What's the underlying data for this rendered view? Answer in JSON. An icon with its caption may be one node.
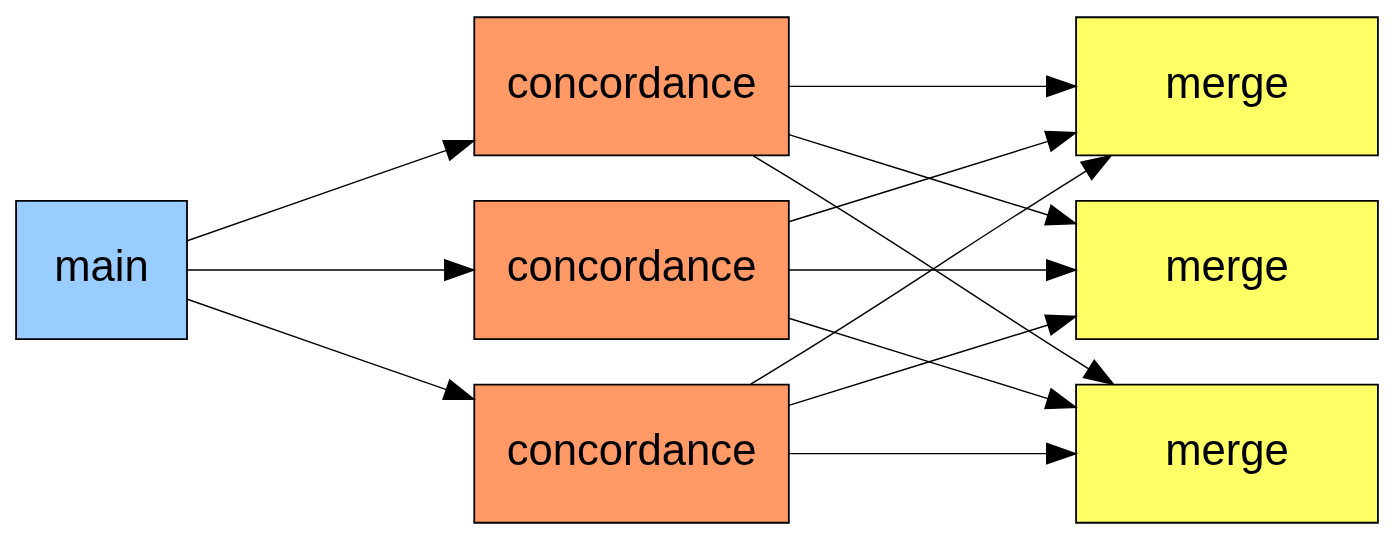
{
  "diagram": {
    "nodes": [
      {
        "text": [
          "main"
        ]
      },
      {
        "text": [
          "concordance"
        ]
      },
      {
        "text": [
          "concordance"
        ]
      },
      {
        "text": [
          "concordance"
        ]
      },
      {
        "text": [
          "merge"
        ]
      },
      {
        "text": [
          "merge"
        ]
      },
      {
        "text": [
          "merge"
        ]
      }
    ],
    "edges": [
      {
        "from": 0,
        "to": 1,
        "arrow": "to"
      },
      {
        "from": 0,
        "to": 2,
        "arrow": "to"
      },
      {
        "from": 0,
        "to": 3,
        "arrow": "to"
      },
      {
        "from": 1,
        "to": 4,
        "arrow": "to"
      },
      {
        "from": 1,
        "to": 5,
        "arrow": "to"
      },
      {
        "from": 1,
        "to": 6,
        "arrow": "to"
      },
      {
        "from": 2,
        "to": 4,
        "arrow": "to"
      },
      {
        "from": 2,
        "to": 5,
        "arrow": "to"
      },
      {
        "from": 2,
        "to": 6,
        "arrow": "to"
      },
      {
        "from": 3,
        "to": 4,
        "arrow": "to"
      },
      {
        "from": 3,
        "to": 5,
        "arrow": "to"
      },
      {
        "from": 3,
        "to": 6,
        "arrow": "to"
      }
    ]
  }
}
